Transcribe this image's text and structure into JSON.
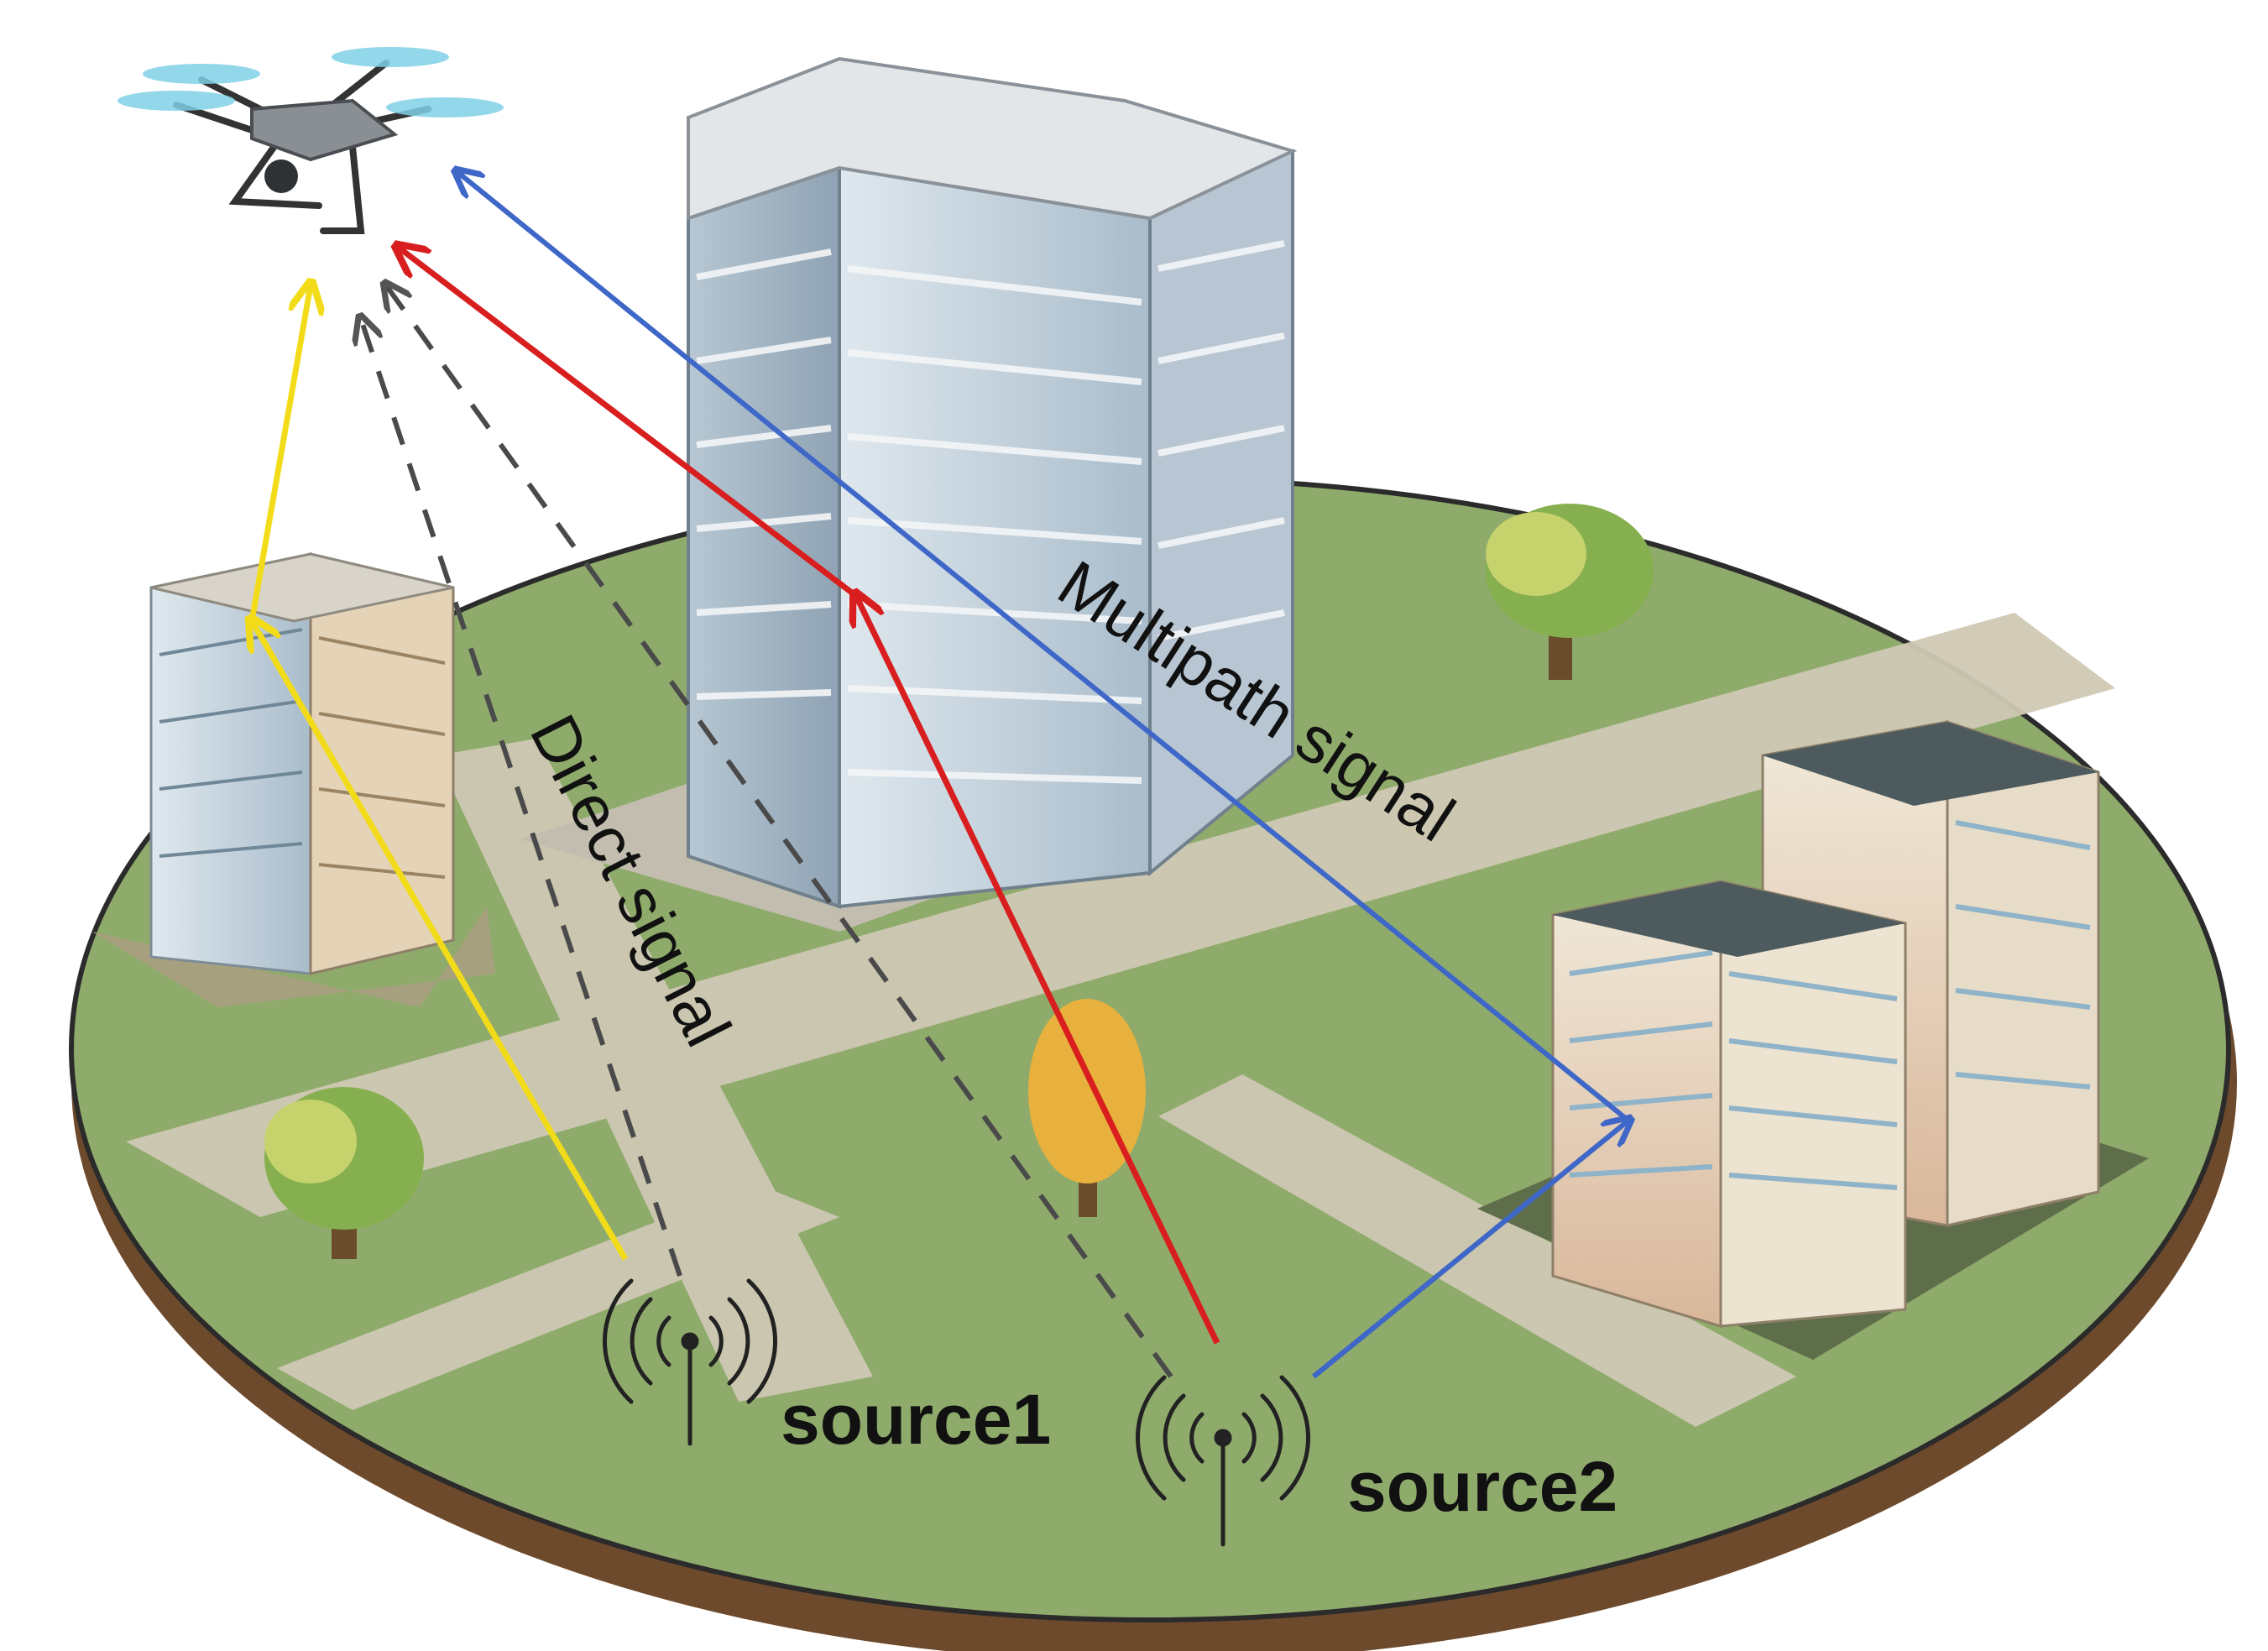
{
  "labels": {
    "source1": "source1",
    "source2": "source2",
    "direct_signal": "Direct signal",
    "multipath_signal": "Multipath signal"
  },
  "colors": {
    "ground": "#8fab6b",
    "ground_edge": "#6e4a2c",
    "road": "#cfc8b4",
    "direct_path": "#4a4a4a",
    "reflect_building_path": "#f2dc1a",
    "red_path": "#d81e1e",
    "multipath": "#3e67c8",
    "text": "#111111"
  },
  "icons": {
    "drone": "drone-icon",
    "antenna_1": "antenna-icon",
    "antenna_2": "antenna-icon",
    "tree": "tree-icon"
  }
}
